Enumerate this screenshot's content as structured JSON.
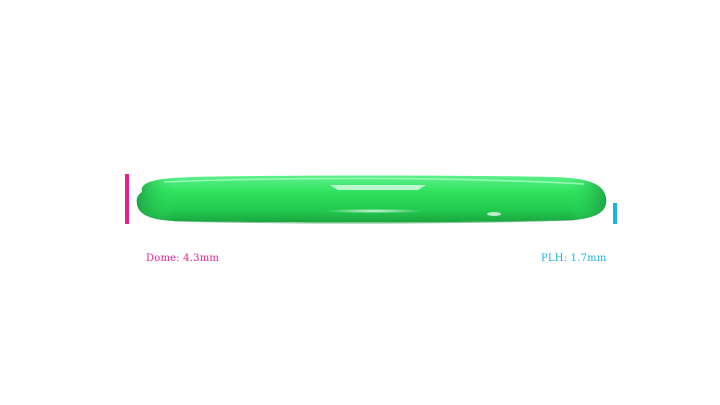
{
  "measurements": {
    "dome": {
      "label": "Dome: 4.3mm",
      "color": "#ee1c8c"
    },
    "plh": {
      "label": "PLH: 1.7mm",
      "color": "#1ab2e6"
    }
  },
  "object": {
    "name": "green-disc-side-view",
    "color": "#2ee35f"
  }
}
